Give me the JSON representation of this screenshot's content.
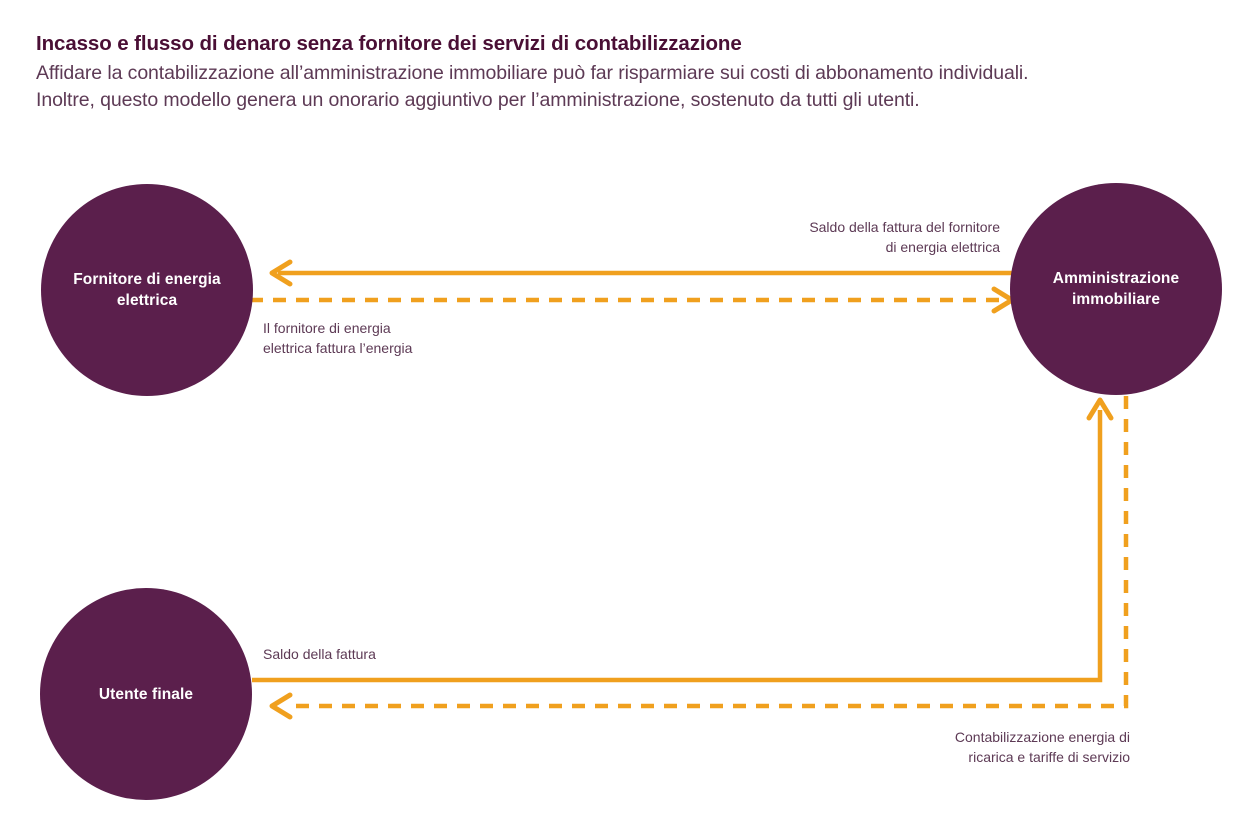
{
  "header": {
    "title": "Incasso e flusso di denaro senza fornitore dei servizi di contabilizzazione",
    "subtitle": "Affidare la contabilizzazione all’amministrazione immobiliare può far risparmiare sui costi di abbonamento individuali. Inoltre, questo modello genera un onorario aggiuntivo per l’amministrazione, sostenuto da tutti gli utenti."
  },
  "colors": {
    "node_fill": "#5b1f4c",
    "node_text": "#ffffff",
    "flow_line": "#f0a01e",
    "title_text": "#4a0f35",
    "body_text": "#5d3a55",
    "background": "#ffffff"
  },
  "nodes": [
    {
      "id": "supplier",
      "label": "Fornitore di\nenergia elettrica"
    },
    {
      "id": "admin",
      "label": "Amministrazione\nimmobiliare"
    },
    {
      "id": "enduser",
      "label": "Utente finale"
    }
  ],
  "edges": [
    {
      "id": "admin-to-supplier-payment",
      "label": "Saldo della fattura del fornitore\ndi energia elettrica",
      "style": "solid",
      "direction": "right-to-left",
      "from": "admin",
      "to": "supplier"
    },
    {
      "id": "supplier-to-admin-invoice",
      "label": "Il fornitore di energia\nelettrica fattura l’energia",
      "style": "dashed",
      "direction": "left-to-right",
      "from": "supplier",
      "to": "admin"
    },
    {
      "id": "enduser-to-admin-payment",
      "label": "Saldo della fattura",
      "style": "solid",
      "direction": "left-to-right-up",
      "from": "enduser",
      "to": "admin"
    },
    {
      "id": "admin-to-enduser-billing",
      "label": "Contabilizzazione energia di\nricarica e tariffe di servizio",
      "style": "dashed",
      "direction": "down-right-to-left",
      "from": "admin",
      "to": "enduser"
    }
  ]
}
